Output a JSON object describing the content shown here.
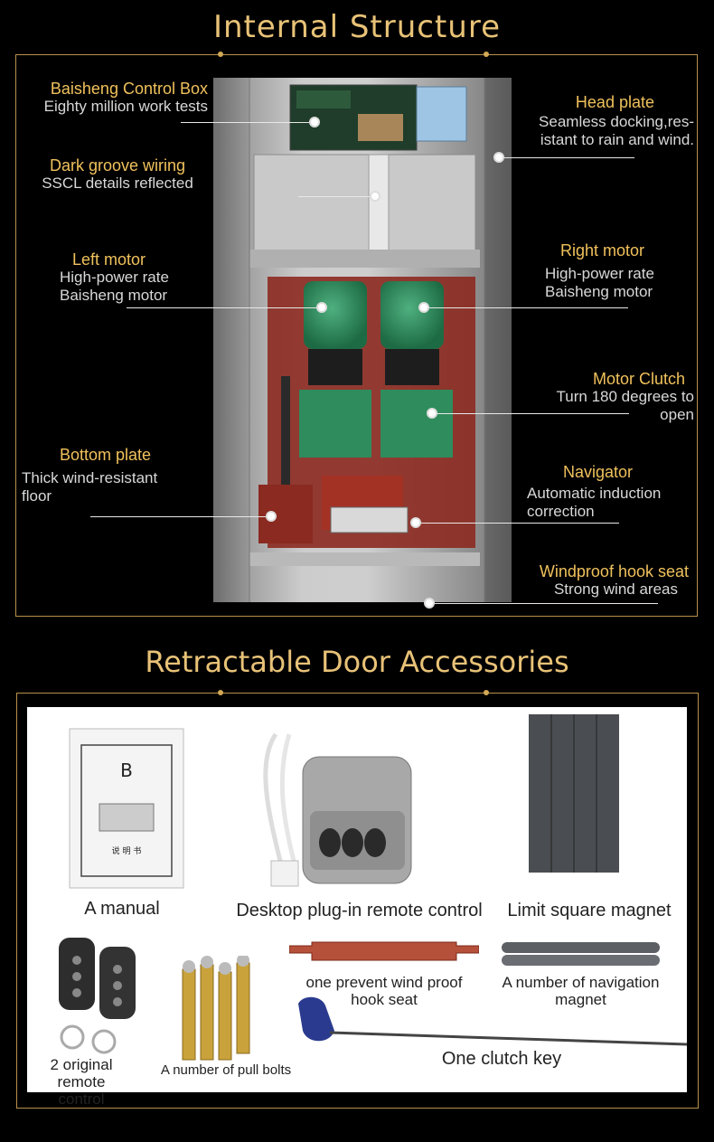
{
  "internal": {
    "title": "Internal Structure",
    "labels": {
      "control_box": {
        "title": "Baisheng Control Box",
        "desc": "Eighty million work tests"
      },
      "head_plate": {
        "title": "Head plate",
        "desc1": "Seamless docking,res-",
        "desc2": "istant to rain and wind."
      },
      "groove": {
        "title": "Dark groove wiring",
        "desc": "SSCL details reflected"
      },
      "left_motor": {
        "title": "Left motor",
        "desc1": "High-power rate",
        "desc2": "Baisheng motor"
      },
      "right_motor": {
        "title": "Right motor",
        "desc1": "High-power rate",
        "desc2": "Baisheng motor"
      },
      "clutch": {
        "title": "Motor Clutch",
        "desc": "Turn 180 degrees to open"
      },
      "bottom_plate": {
        "title": "Bottom plate",
        "desc1": "Thick wind-resistant",
        "desc2": "floor"
      },
      "navigator": {
        "title": "Navigator",
        "desc1": "Automatic induction",
        "desc2": "correction"
      },
      "hook_seat": {
        "title": "Windproof hook seat",
        "desc": "Strong wind areas"
      }
    }
  },
  "accessories": {
    "title": "Retractable Door Accessories",
    "items": {
      "manual": "A manual",
      "manual_cover": "说 明 书",
      "desktop_remote": "Desktop plug-in remote control",
      "limit_magnet": "Limit square magnet",
      "remote_1": "2 original remote",
      "remote_2": "control",
      "pull_bolts": "A number of pull bolts",
      "hook_seat_1": "one prevent wind proof",
      "hook_seat_2": "hook seat",
      "nav_magnet_1": "A number of navigation",
      "nav_magnet_2": "magnet",
      "clutch_key": "One clutch key"
    }
  },
  "colors": {
    "gold": "#e8c277",
    "frame": "#b8914a",
    "motor_green": "#2e8a5a",
    "red_base": "#8b2a1e"
  }
}
